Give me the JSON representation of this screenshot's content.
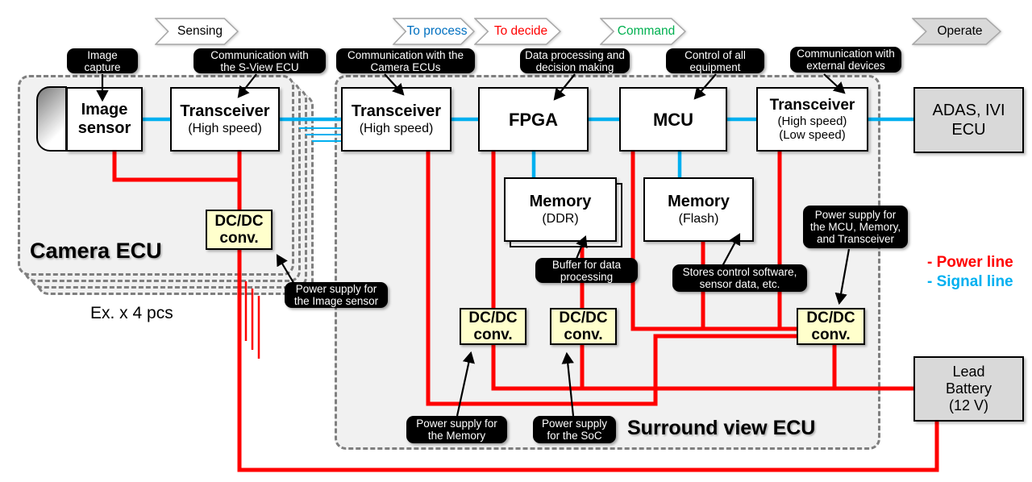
{
  "colors": {
    "power_line": "#FF0000",
    "signal_line": "#00B0F0",
    "callout_bg": "#000000",
    "dcdc_fill": "#FFFFCC",
    "external_box_fill": "#D9D9D9",
    "group_fill": "#F1F1F1"
  },
  "chevrons": [
    {
      "label": "Sensing",
      "color": "#000000",
      "fill": "#FFFFFF"
    },
    {
      "label": "To process",
      "color": "#0070C0",
      "fill": "#FFFFFF"
    },
    {
      "label": "To decide",
      "color": "#FF0000",
      "fill": "#FFFFFF"
    },
    {
      "label": "Command",
      "color": "#00B050",
      "fill": "#FFFFFF"
    },
    {
      "label": "Operate",
      "color": "#000000",
      "fill": "#D9D9D9"
    }
  ],
  "groups": {
    "camera": {
      "label": "Camera ECU",
      "note": "Ex. x 4 pcs"
    },
    "surround": {
      "label": "Surround view ECU"
    }
  },
  "boxes": {
    "image_sensor": {
      "l1": "Image",
      "l2": "sensor"
    },
    "transceiver_camera": {
      "title": "Transceiver",
      "sub1": "(High speed)"
    },
    "transceiver_surround": {
      "title": "Transceiver",
      "sub1": "(High speed)"
    },
    "fpga": {
      "title": "FPGA"
    },
    "mcu": {
      "title": "MCU"
    },
    "transceiver_external": {
      "title": "Transceiver",
      "sub1": "(High speed)",
      "sub2": "(Low speed)"
    },
    "memory_ddr": {
      "title": "Memory",
      "sub1": "(DDR)"
    },
    "memory_flash": {
      "title": "Memory",
      "sub1": "(Flash)"
    },
    "dcdc": {
      "l1": "DC/DC",
      "l2": "conv."
    },
    "adas": {
      "l1": "ADAS, IVI",
      "l2": "ECU"
    },
    "battery": {
      "l1": "Lead",
      "l2": "Battery",
      "l3": "(12 V)"
    }
  },
  "callouts": {
    "image_capture": {
      "l1": "Image",
      "l2": "capture"
    },
    "comm_sview": {
      "l1": "Communication with",
      "l2": "the S-View ECU"
    },
    "comm_camera": {
      "l1": "Communication with the",
      "l2": "Camera ECUs"
    },
    "data_processing": {
      "l1": "Data processing and",
      "l2": "decision making"
    },
    "control_equipment": {
      "l1": "Control of all",
      "l2": "equipment"
    },
    "comm_external": {
      "l1": "Communication with",
      "l2": "external devices"
    },
    "power_image_sensor": {
      "l1": "Power supply for",
      "l2": "the Image sensor"
    },
    "buffer_data": {
      "l1": "Buffer for data",
      "l2": "processing"
    },
    "stores_control": {
      "l1": "Stores control software,",
      "l2": "sensor data, etc."
    },
    "power_mcu": {
      "l1": "Power supply for",
      "l2": "the MCU, Memory,",
      "l3": "and Transceiver"
    },
    "power_memory": {
      "l1": "Power supply for",
      "l2": "the Memory"
    },
    "power_soc": {
      "l1": "Power supply",
      "l2": "for the SoC"
    }
  },
  "legend": {
    "power": {
      "label": "- Power line",
      "color": "#FF0000"
    },
    "signal": {
      "label": "- Signal line",
      "color": "#00B0F0"
    }
  }
}
